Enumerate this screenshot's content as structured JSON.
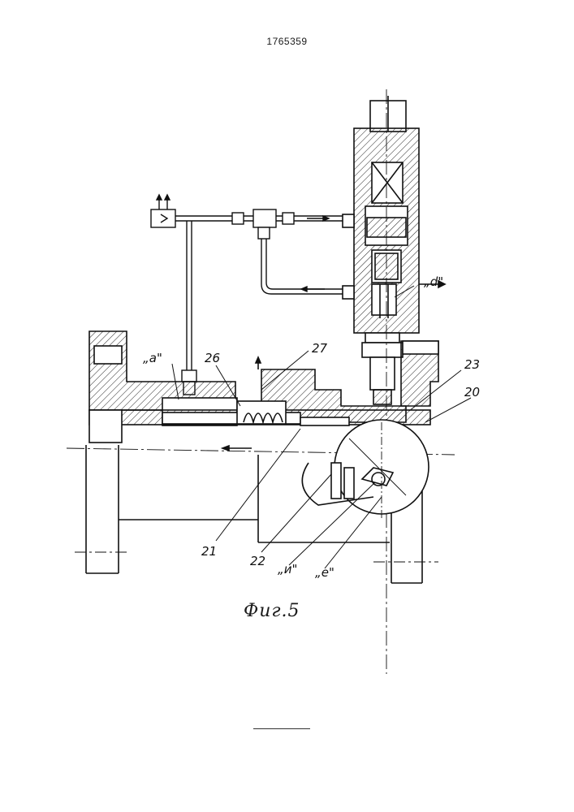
{
  "document": {
    "page_number": "1765359",
    "figure_caption": "Фиг.5"
  },
  "callouts": {
    "c27": "27",
    "c26": "26",
    "c23": "23",
    "c20": "20",
    "c21": "21",
    "c22": "22",
    "ca": "„a\"",
    "cd": "„d\"",
    "cn": "„и\"",
    "ce": "„e\""
  }
}
